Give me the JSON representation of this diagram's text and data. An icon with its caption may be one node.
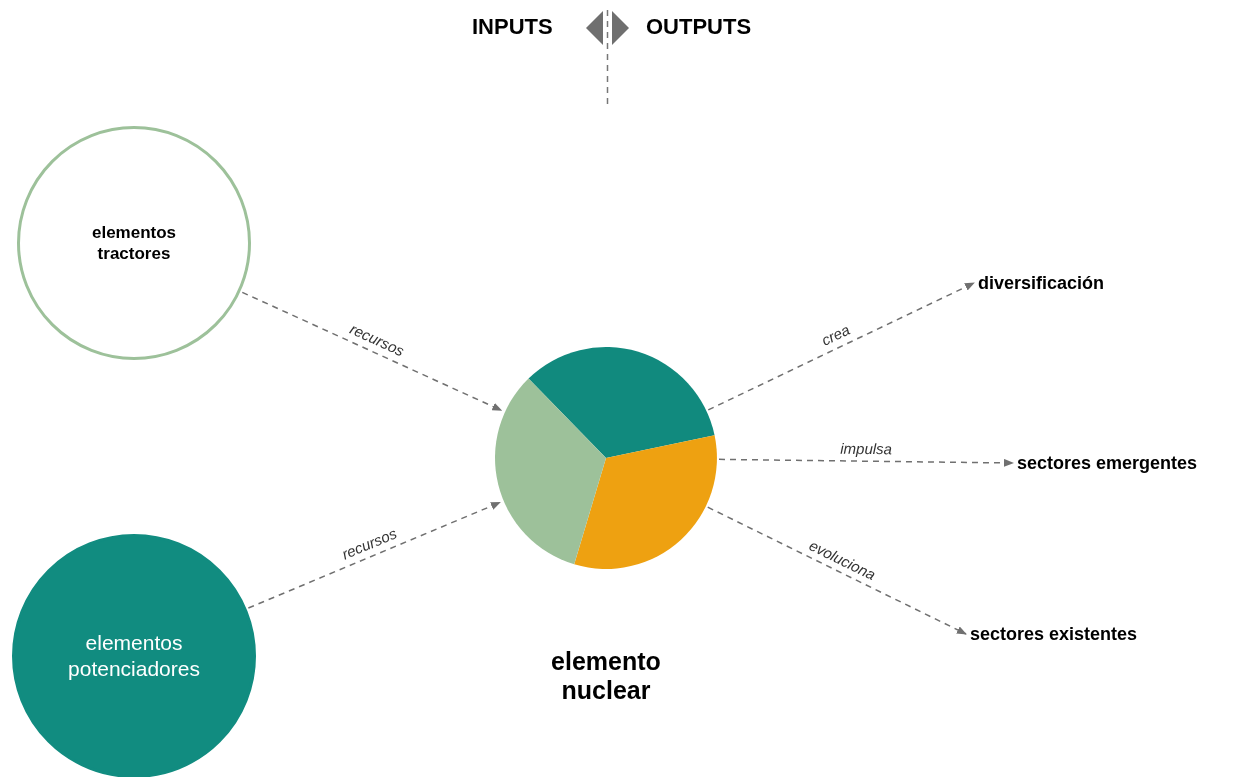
{
  "diagram": {
    "nodes": [
      {
        "text": [
          "elementos tractores"
        ]
      },
      {
        "text": [
          "elementos potenciadores"
        ]
      },
      {
        "text": [],
        "shape": "circle",
        "beside": [
          "elemento nuclear"
        ]
      },
      {
        "text": [
          "diversificación"
        ]
      },
      {
        "text": [
          "sectores emergentes"
        ]
      },
      {
        "text": [
          "sectores existentes"
        ]
      }
    ],
    "edges": [
      {
        "from": 0,
        "to": 2,
        "arrow": "to",
        "label": "recursos",
        "style": "dashed"
      },
      {
        "from": 1,
        "to": 2,
        "arrow": "to",
        "label": "recursos",
        "style": "dashed"
      },
      {
        "from": 2,
        "to": 3,
        "arrow": "to",
        "label": "crea",
        "style": "dashed"
      },
      {
        "from": 2,
        "to": 4,
        "arrow": "to",
        "label": "impulsa",
        "style": "dashed"
      },
      {
        "from": 2,
        "to": 5,
        "arrow": "to",
        "label": "evoluciona",
        "style": "dashed"
      }
    ],
    "labels": [
      "INPUTS",
      "OUTPUTS"
    ]
  }
}
